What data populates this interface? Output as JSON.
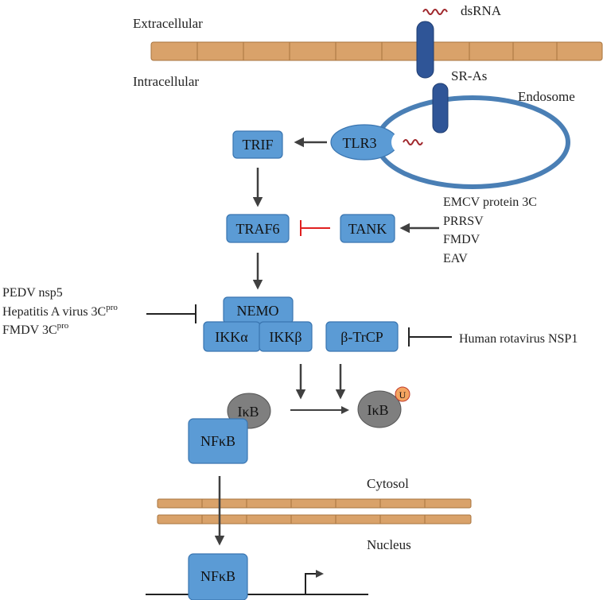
{
  "labels": {
    "extracellular": "Extracellular",
    "intracellular": "Intracellular",
    "dsrna": "dsRNA",
    "sr_as": "SR-As",
    "endosome": "Endosome",
    "cytosol": "Cytosol",
    "nucleus": "Nucleus"
  },
  "proteins": {
    "tlr3": "TLR3",
    "trif": "TRIF",
    "traf6": "TRAF6",
    "tank": "TANK",
    "nemo": "NEMO",
    "ikka": "IKKα",
    "ikkb": "IKKβ",
    "btrcp": "β-TrCP",
    "ikb_left": "IκB",
    "ikb_right": "IκB",
    "nfkb_cyto": "NFκB",
    "nfkb_nuc": "NFκB",
    "ubiquitin": "U"
  },
  "inhibitors": {
    "tank_group": [
      "EMCV protein 3C",
      "PRRSV",
      "FMDV",
      "EAV"
    ],
    "ikk_group": [
      {
        "text": "PEDV nsp5",
        "sup": ""
      },
      {
        "text": "Hepatitis A virus 3C",
        "sup": "pro"
      },
      {
        "text": "FMDV 3C",
        "sup": "pro"
      }
    ],
    "btrcp_group": "Human rotavirus NSP1"
  },
  "colors": {
    "protein_fill": "#5b9bd5",
    "protein_stroke": "#3a75b0",
    "receptor_fill": "#2f5597",
    "membrane_fill": "#d9a26a",
    "membrane_stroke": "#a8743f",
    "endosome_stroke": "#4a7fb5",
    "ikb_fill": "#7f7f7f",
    "ubiquitin_fill": "#f4a460",
    "rna_color": "#a0282d",
    "inhibit_red": "#e02020",
    "arrow": "#404040"
  }
}
